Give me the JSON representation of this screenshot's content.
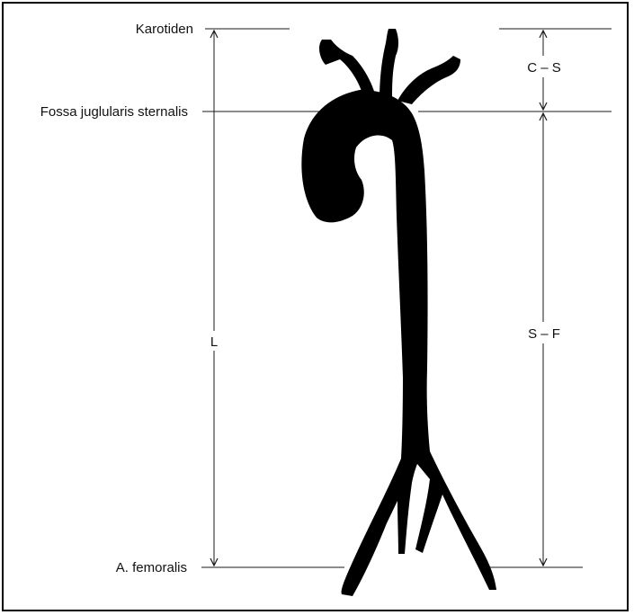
{
  "labels": {
    "karotiden": "Karotiden",
    "fossa": "Fossa juglularis sternalis",
    "femoralis": "A. femoralis",
    "length": "L",
    "carotid_sternum": "C – S",
    "sternum_femoral": "S – F"
  },
  "colors": {
    "line": "#1a1a1a",
    "silhouette": "#000000",
    "frame": "#000000"
  }
}
